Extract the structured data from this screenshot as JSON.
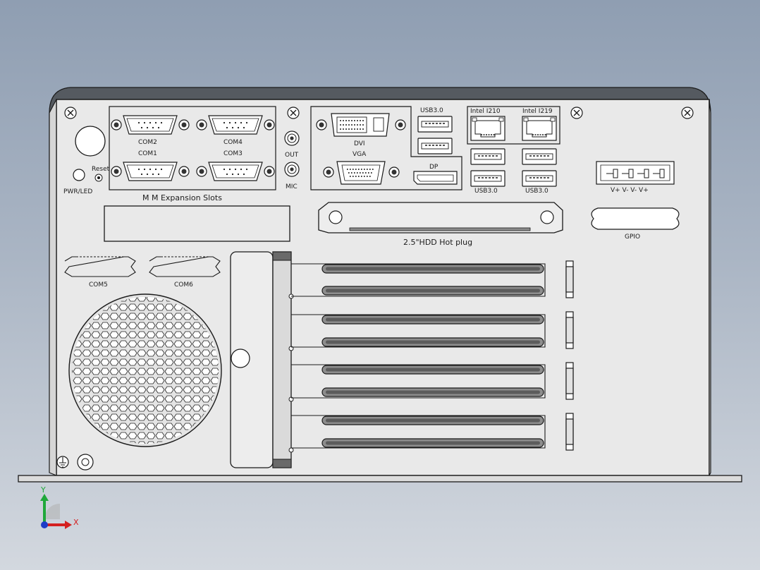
{
  "labels": {
    "com2": "COM2",
    "com4": "COM4",
    "com1": "COM1",
    "com3": "COM3",
    "com5": "COM5",
    "com6": "COM6",
    "reset": "Reset",
    "pwr_led": "PWR/LED",
    "expansion": "M  M Expansion Slots",
    "out": "OUT",
    "mic": "MIC",
    "dvi": "DVI",
    "vga": "VGA",
    "dp": "DP",
    "usb_top": "USB3.0",
    "usb_left": "USB3.0",
    "usb_right": "USB3.0",
    "lan1": "Intel I210",
    "lan2": "Intel I219",
    "power_terminal": "V+  V-  V-  V+",
    "hdd": "2.5\"HDD Hot plug",
    "gpio": "GPIO"
  },
  "axes": {
    "y": "Y",
    "x": "X"
  },
  "colors": {
    "panel": "#e9e9e9",
    "outline": "#1a1a1a",
    "top_bezel": "#555a60",
    "pcie_slot": "#8d8d8d",
    "axis_y": "#1fa83a",
    "axis_x": "#d42020",
    "axis_origin": "#1e3cc8"
  }
}
